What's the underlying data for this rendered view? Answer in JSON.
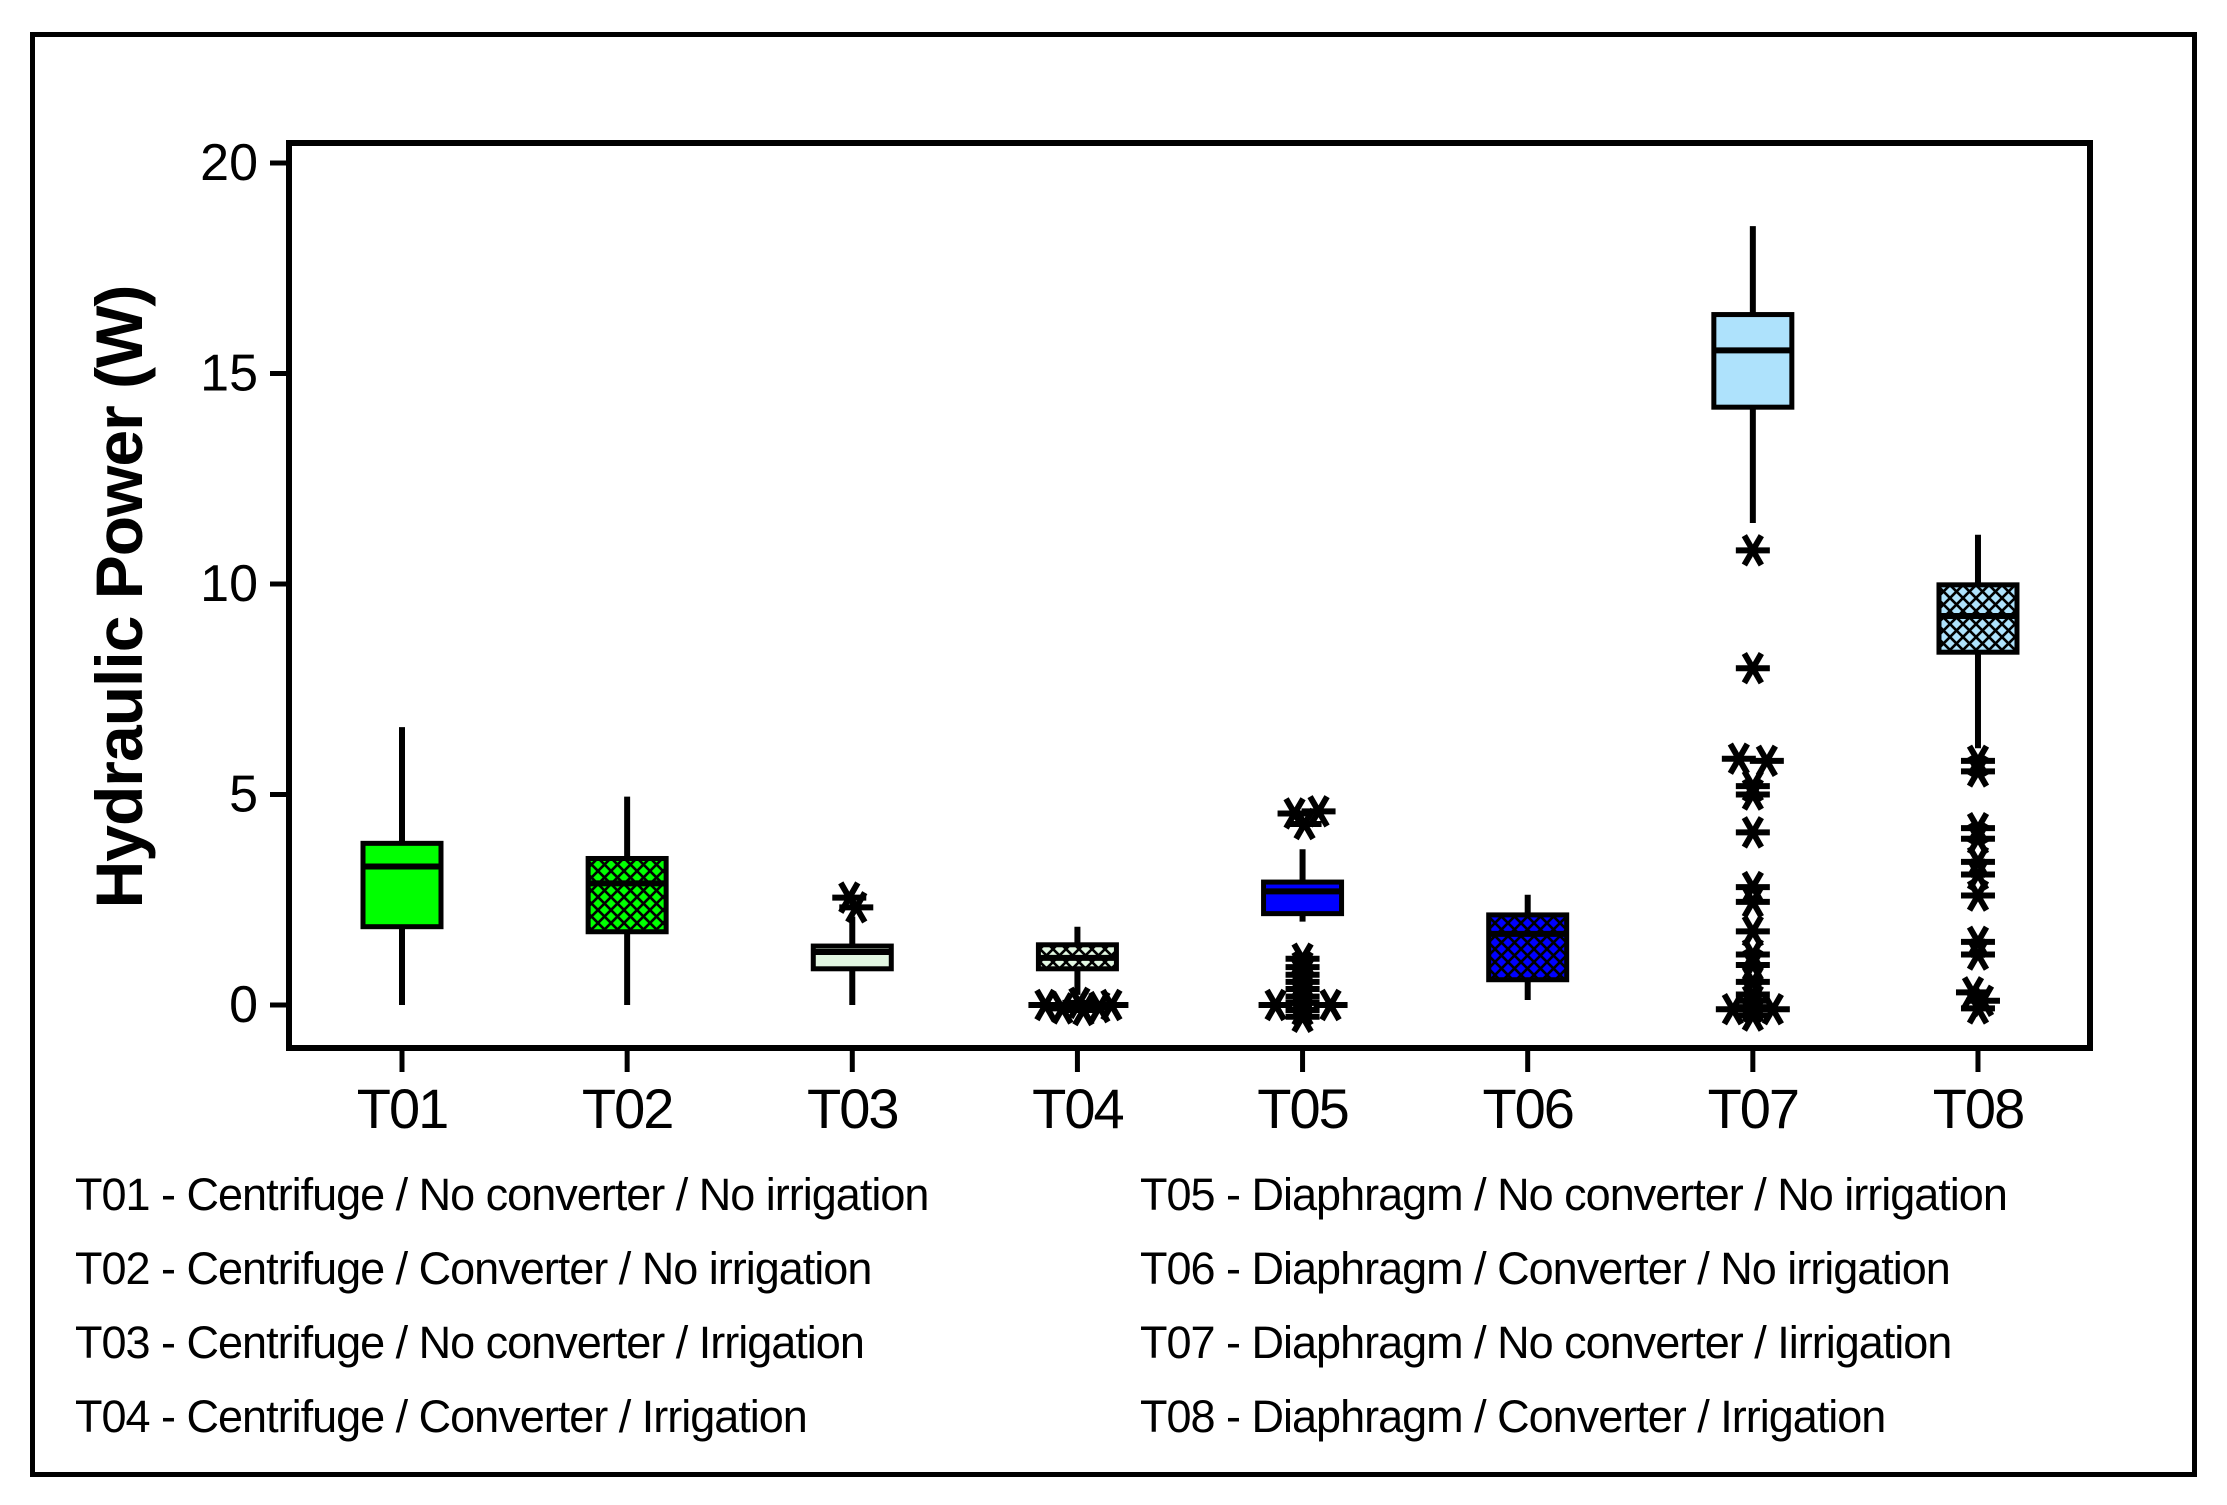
{
  "figure": {
    "background": "#FFFFFF",
    "border_color": "#000000"
  },
  "chart_data": {
    "type": "box",
    "title": "",
    "ylabel": "Hydraulic Power  (W)",
    "xlabel": "",
    "ylim": [
      -1,
      20.5
    ],
    "yticks": [
      0,
      5,
      10,
      15,
      20
    ],
    "grid": false,
    "legend_position": "bottom",
    "categories": [
      "T01",
      "T02",
      "T03",
      "T04",
      "T05",
      "T06",
      "T07",
      "T08"
    ],
    "series": [
      {
        "label": "T01",
        "fill": "#00FF00",
        "hatch": false,
        "whisker_low": 0.0,
        "q1": 1.86,
        "median": 3.29,
        "q3": 3.84,
        "whisker_high": 6.6,
        "outliers": []
      },
      {
        "label": "T02",
        "fill": "#00FF00",
        "hatch": true,
        "whisker_low": 0.0,
        "q1": 1.74,
        "median": 2.89,
        "q3": 3.48,
        "whisker_high": 4.95,
        "outliers": []
      },
      {
        "label": "T03",
        "fill": "#E1F6E1",
        "hatch": false,
        "whisker_low": 0.0,
        "q1": 0.86,
        "median": 1.26,
        "q3": 1.4,
        "whisker_high": 2.1,
        "outliers": [
          {
            "dx": -3,
            "value": 2.55
          },
          {
            "dx": 4,
            "value": 2.32
          }
        ]
      },
      {
        "label": "T04",
        "fill": "#E1F6E1",
        "hatch": true,
        "whisker_low": 0.24,
        "q1": 0.86,
        "median": 1.12,
        "q3": 1.43,
        "whisker_high": 1.86,
        "outliers": [
          {
            "dx": -32,
            "value": 0.0
          },
          {
            "dx": -15,
            "value": -0.08
          },
          {
            "dx": 2,
            "value": 0.05
          },
          {
            "dx": 6,
            "value": -0.12
          },
          {
            "dx": 22,
            "value": -0.05
          },
          {
            "dx": 34,
            "value": 0.0
          }
        ]
      },
      {
        "label": "T05",
        "fill": "#0000FF",
        "hatch": false,
        "whisker_low": 1.98,
        "q1": 2.17,
        "median": 2.7,
        "q3": 2.92,
        "whisker_high": 3.7,
        "outliers": [
          {
            "dx": -8,
            "value": 4.55
          },
          {
            "dx": 16,
            "value": 4.6
          },
          {
            "dx": 2,
            "value": 4.3
          },
          {
            "dx": 0,
            "value": 1.1
          },
          {
            "dx": 0,
            "value": 0.9
          },
          {
            "dx": 0,
            "value": 0.72
          },
          {
            "dx": 0,
            "value": 0.55
          },
          {
            "dx": 0,
            "value": 0.38
          },
          {
            "dx": 0,
            "value": 0.2
          },
          {
            "dx": 0,
            "value": 0.05
          },
          {
            "dx": 0,
            "value": -0.12
          },
          {
            "dx": 0,
            "value": -0.28
          },
          {
            "dx": -27,
            "value": 0.0
          },
          {
            "dx": 28,
            "value": 0.0
          }
        ]
      },
      {
        "label": "T06",
        "fill": "#0000FF",
        "hatch": true,
        "whisker_low": 0.12,
        "q1": 0.6,
        "median": 1.69,
        "q3": 2.14,
        "whisker_high": 2.62,
        "outliers": []
      },
      {
        "label": "T07",
        "fill": "#AEE2FC",
        "hatch": false,
        "whisker_low": 11.45,
        "q1": 14.2,
        "median": 15.55,
        "q3": 16.4,
        "whisker_high": 18.5,
        "outliers": [
          {
            "dx": 0,
            "value": 10.8
          },
          {
            "dx": 0,
            "value": 8.0
          },
          {
            "dx": -14,
            "value": 5.85
          },
          {
            "dx": 14,
            "value": 5.8
          },
          {
            "dx": 0,
            "value": 5.2
          },
          {
            "dx": 0,
            "value": 5.0
          },
          {
            "dx": 0,
            "value": 4.1
          },
          {
            "dx": 0,
            "value": 2.8
          },
          {
            "dx": 0,
            "value": 2.45
          },
          {
            "dx": 0,
            "value": 1.75
          },
          {
            "dx": 0,
            "value": 1.2
          },
          {
            "dx": 0,
            "value": 0.95
          },
          {
            "dx": 0,
            "value": 0.55
          },
          {
            "dx": 0,
            "value": 0.25
          },
          {
            "dx": 0,
            "value": 0.1
          },
          {
            "dx": 0,
            "value": -0.05
          },
          {
            "dx": -20,
            "value": -0.1
          },
          {
            "dx": 20,
            "value": -0.1
          },
          {
            "dx": 0,
            "value": -0.25
          }
        ]
      },
      {
        "label": "T08",
        "fill": "#AEE2FC",
        "hatch": true,
        "whisker_low": 6.1,
        "q1": 8.38,
        "median": 9.24,
        "q3": 9.98,
        "whisker_high": 11.17,
        "outliers": [
          {
            "dx": 0,
            "value": 5.8
          },
          {
            "dx": 0,
            "value": 5.55
          },
          {
            "dx": 0,
            "value": 4.2
          },
          {
            "dx": 0,
            "value": 3.95
          },
          {
            "dx": 0,
            "value": 3.4
          },
          {
            "dx": 0,
            "value": 3.1
          },
          {
            "dx": 0,
            "value": 2.6
          },
          {
            "dx": 0,
            "value": 1.5
          },
          {
            "dx": 0,
            "value": 1.2
          },
          {
            "dx": -5,
            "value": 0.3
          },
          {
            "dx": 5,
            "value": 0.1
          },
          {
            "dx": 0,
            "value": -0.08
          }
        ]
      }
    ]
  },
  "legend": {
    "left": [
      "T01 - Centrifuge / No converter / No irrigation",
      "T02 - Centrifuge / Converter / No irrigation",
      "T03 - Centrifuge / No converter / Irrigation",
      "T04 - Centrifuge / Converter / Irrigation"
    ],
    "right": [
      "T05 - Diaphragm / No converter / No irrigation",
      "T06 - Diaphragm / Converter / No irrigation",
      "T07 - Diaphragm / No converter / Iirrigation",
      "T08 - Diaphragm / Converter / Irrigation"
    ]
  },
  "colors": {
    "green": "#00FF00",
    "pale_green": "#E1F6E1",
    "blue": "#0000FF",
    "light_blue": "#AEE2FC",
    "outline": "#000000"
  }
}
